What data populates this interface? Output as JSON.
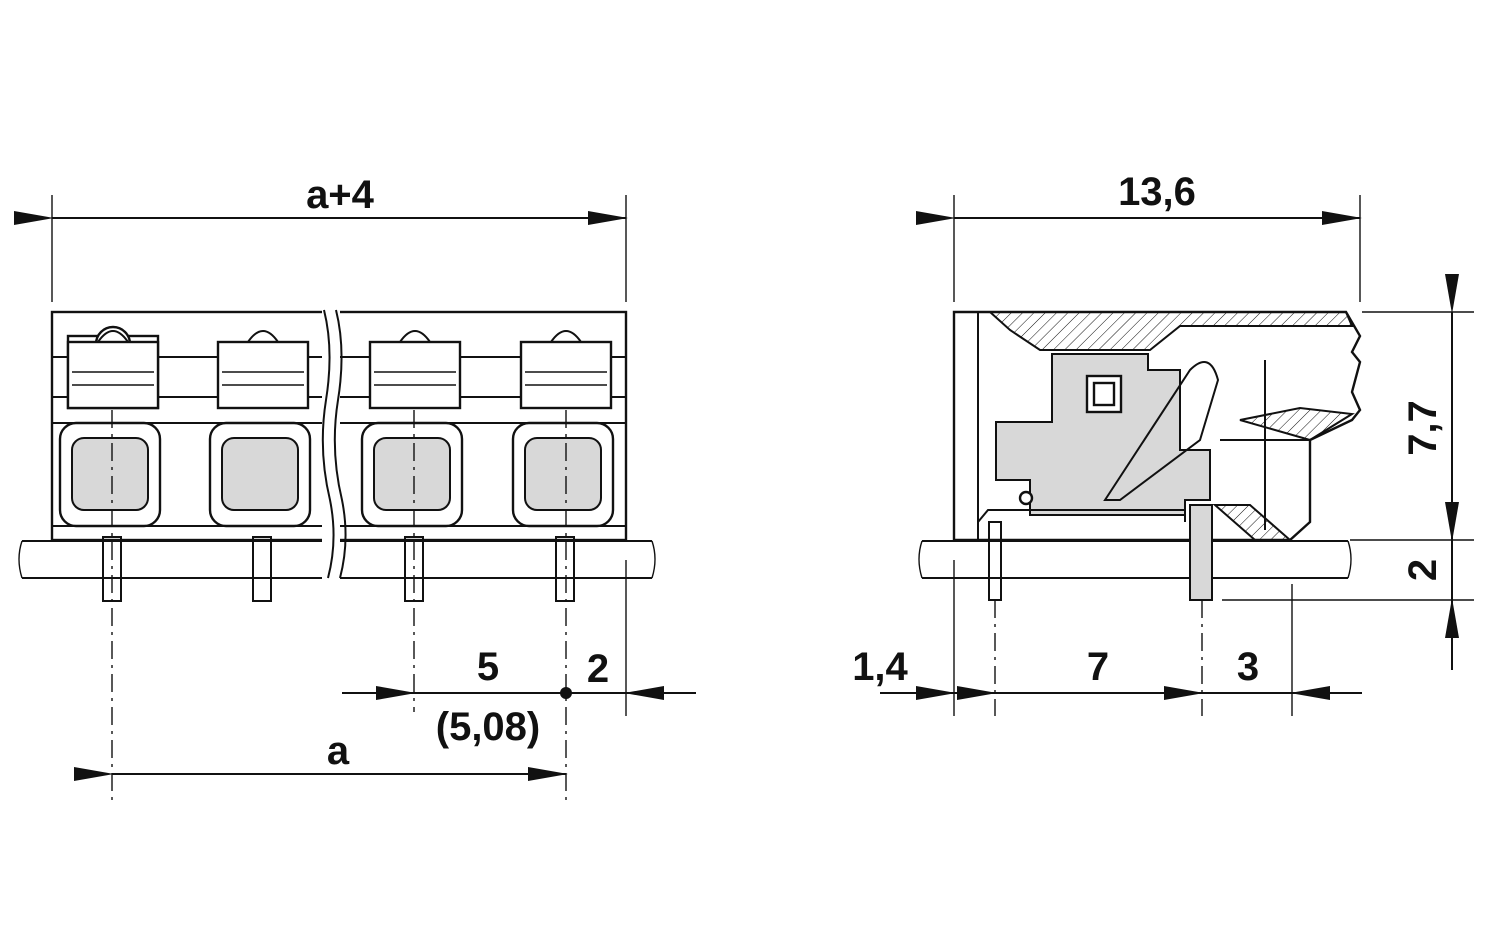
{
  "front_view": {
    "overall_width_label": "a+4",
    "pitch_label": "5",
    "pitch_alt_label": "(5,08)",
    "edge_offset_label": "2",
    "span_label": "a"
  },
  "side_view": {
    "depth_label": "13,6",
    "height_label": "7,7",
    "pin_length_label": "2",
    "front_offset_label": "1,4",
    "pin_spacing_label": "7",
    "rear_offset_label": "3"
  },
  "colors": {
    "line": "#111111",
    "fill_gray": "#d8d8d8",
    "background": "#ffffff"
  }
}
